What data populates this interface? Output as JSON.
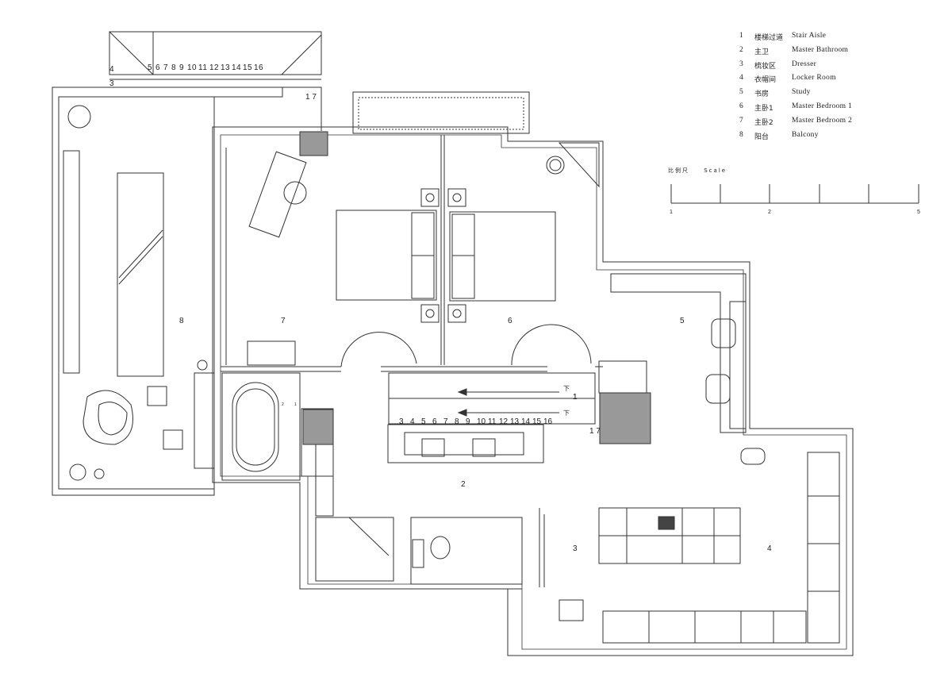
{
  "legend": {
    "items": [
      {
        "num": "1",
        "zh": "楼梯过道",
        "en": "Stair Aisle"
      },
      {
        "num": "2",
        "zh": "主卫",
        "en": "Master Bathroom"
      },
      {
        "num": "3",
        "zh": "梳妆区",
        "en": "Dresser"
      },
      {
        "num": "4",
        "zh": "衣帽间",
        "en": "Locker Room"
      },
      {
        "num": "5",
        "zh": "书房",
        "en": "Study"
      },
      {
        "num": "6",
        "zh": "主卧1",
        "en": "Master Bedroom 1"
      },
      {
        "num": "7",
        "zh": "主卧2",
        "en": "Master Bedroom 2"
      },
      {
        "num": "8",
        "zh": "阳台",
        "en": "Balcony"
      }
    ]
  },
  "scale": {
    "label_zh": "比例尺",
    "label_en": "Scale",
    "tick_start": "1",
    "tick_mid": "2",
    "tick_end": "5"
  },
  "rooms": {
    "r1": "1",
    "r2": "2",
    "r3": "3",
    "r4": "4",
    "r5": "5",
    "r6": "6",
    "r7": "7",
    "r8": "8"
  },
  "stairs": {
    "down_label": "下",
    "upper_steps": [
      "4",
      "5",
      "6",
      "7",
      "8",
      "9",
      "10",
      "11",
      "12",
      "13",
      "14",
      "15",
      "16"
    ],
    "upper_start": "4",
    "upper_3": "3",
    "upper_17": "1 7",
    "lower_steps": [
      "3",
      "4",
      "5",
      "6",
      "7",
      "8",
      "9",
      "10",
      "11",
      "12",
      "13",
      "14",
      "15",
      "16"
    ],
    "lower_17": "1 7",
    "lower_1": "1"
  },
  "small_marks": {
    "m2": "2",
    "m1": "1"
  }
}
